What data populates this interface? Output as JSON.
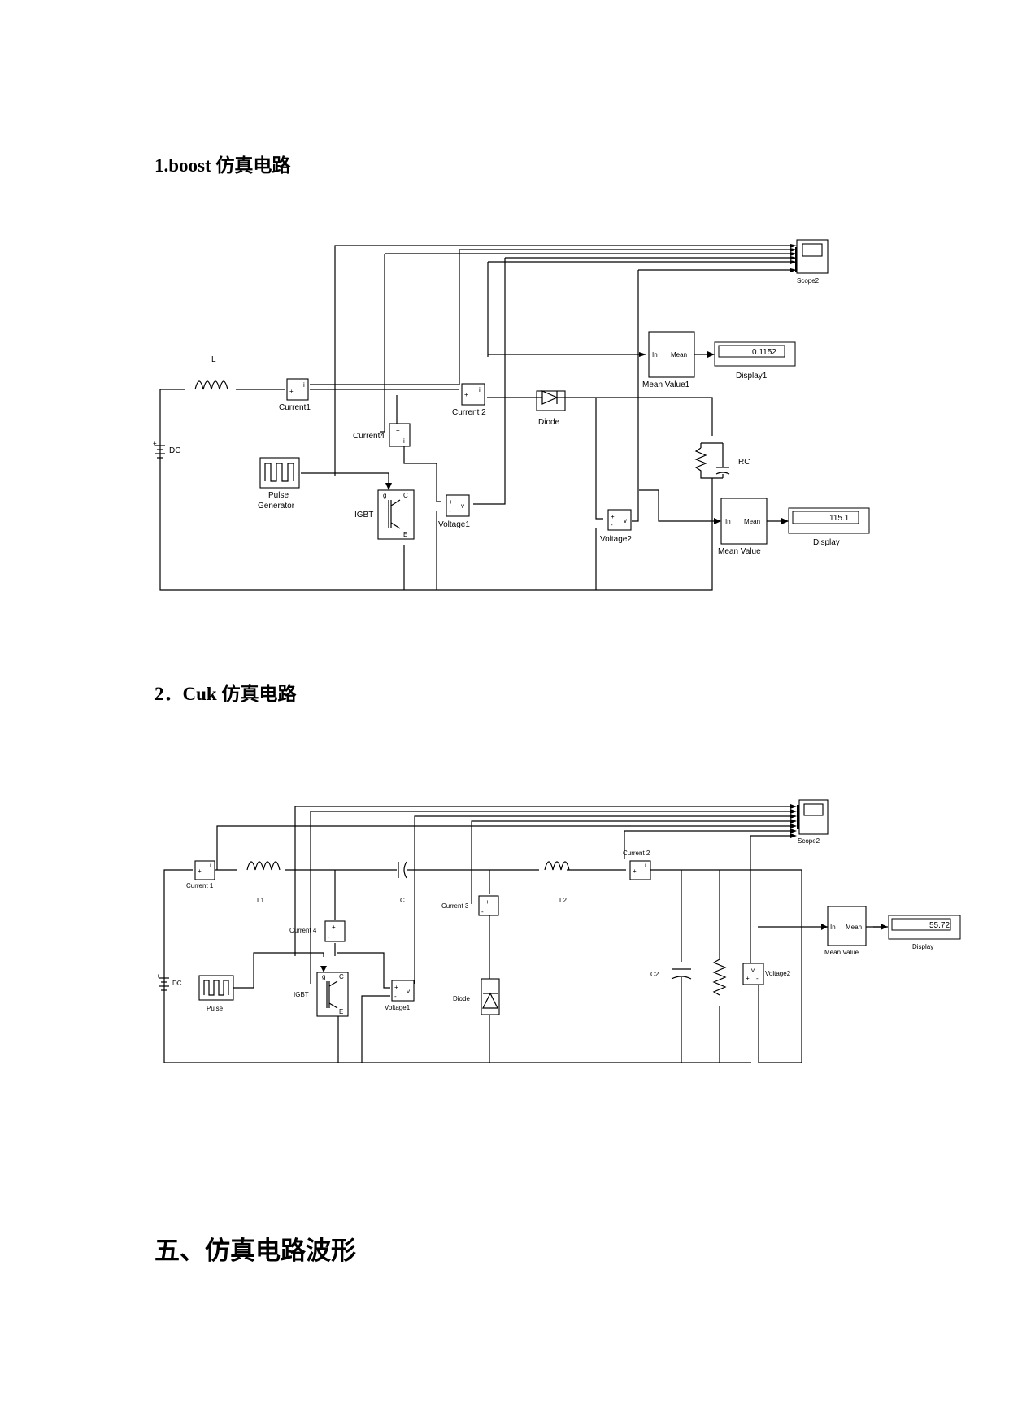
{
  "sections": {
    "boost_title": "1.boost 仿真电路",
    "cuk_title": "2．Cuk 仿真电路",
    "waveform_title": "五、仿真电路波形"
  },
  "boost": {
    "scope": "Scope2",
    "inductor": "L",
    "source": "DC",
    "current1": "Current1",
    "current2": "Current 2",
    "current4": "Current4",
    "diode": "Diode",
    "pulse_l1": "Pulse",
    "pulse_l2": "Generator",
    "igbt": "IGBT",
    "voltage1": "Voltage1",
    "voltage2": "Voltage2",
    "rc": "RC",
    "mean1": "Mean Value1",
    "mean": "Mean Value",
    "display1": "Display1",
    "display": "Display",
    "display1_value": "0.1152",
    "display_value": "115.1"
  },
  "cuk": {
    "scope": "Scope2",
    "source": "DC",
    "current1": "Current 1",
    "current2": "Current 2",
    "current3": "Current 3",
    "current4": "Current 4",
    "l1": "L1",
    "l2": "L2",
    "c": "C",
    "c2": "C2",
    "pulse": "Pulse",
    "igbt": "IGBT",
    "voltage1": "Voltage1",
    "voltage2": "Voltage2",
    "diode": "Diode",
    "mean": "Mean Value",
    "display": "Display",
    "display_value": "55.72"
  },
  "ports": {
    "in": "In",
    "mean": "Mean",
    "v": "v",
    "i": "i",
    "plus": "+",
    "minus": "-",
    "g": "g",
    "c": "C",
    "e": "E"
  }
}
